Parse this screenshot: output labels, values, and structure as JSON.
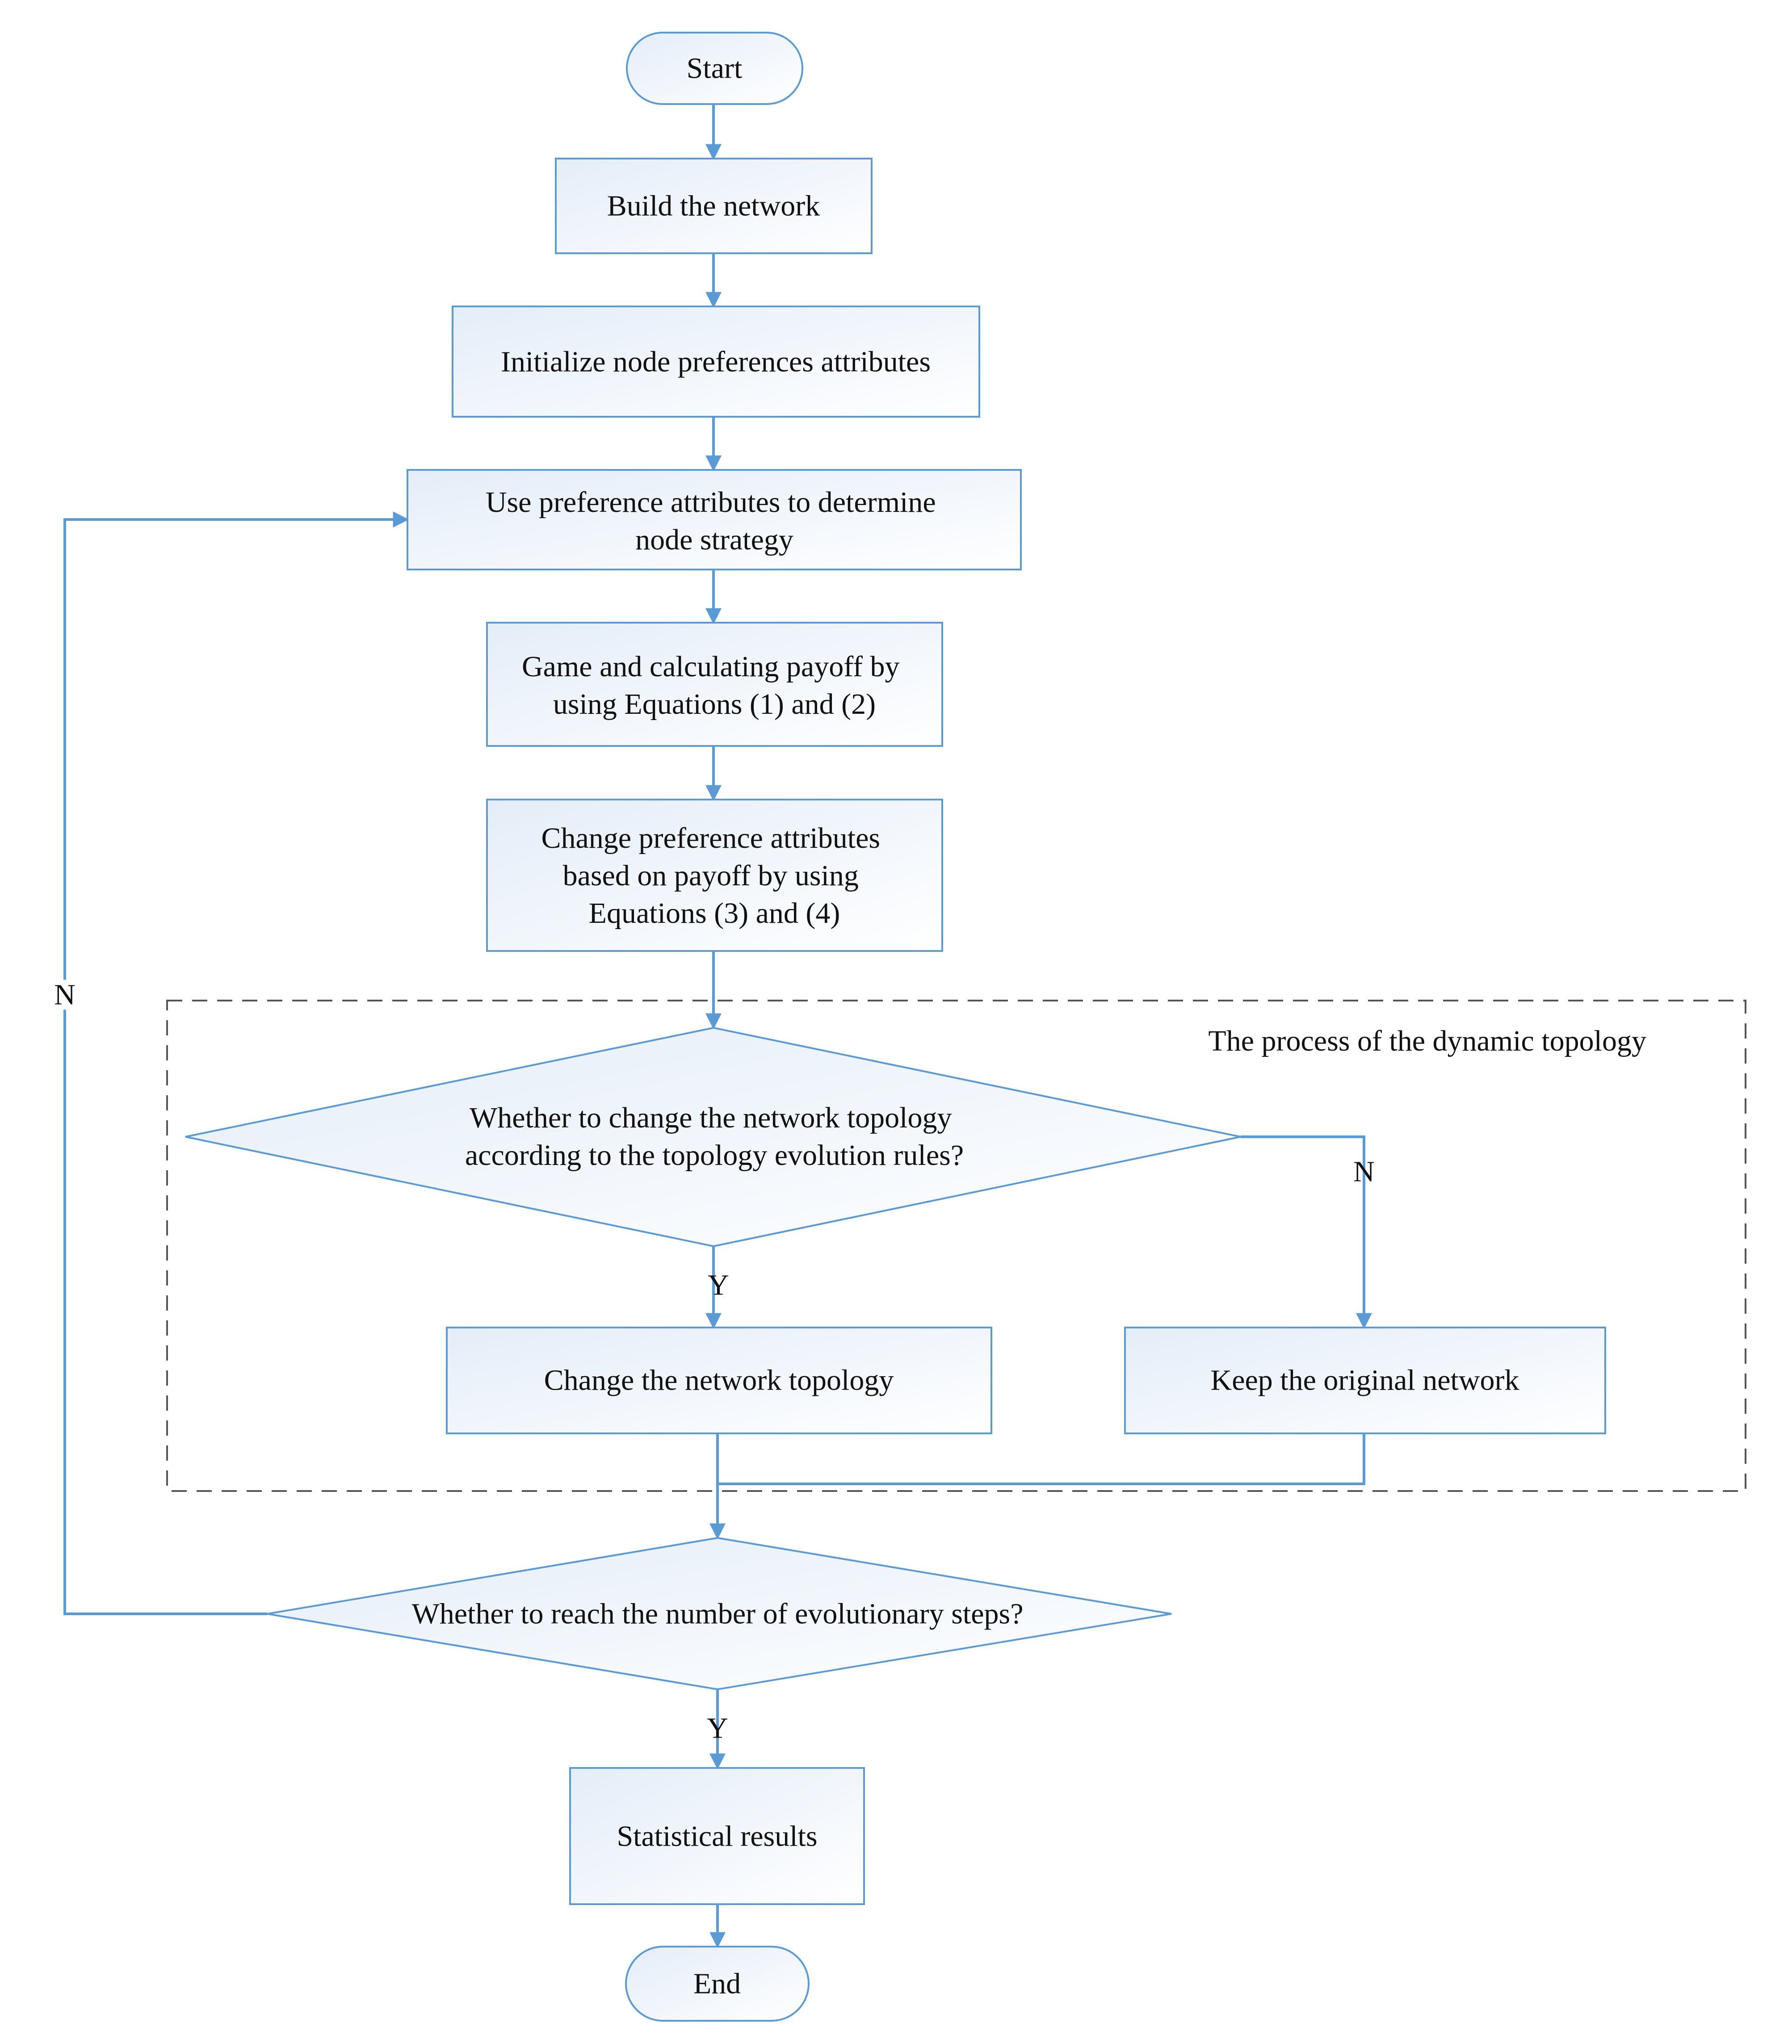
{
  "flowchart": {
    "start": "Start",
    "build_network": "Build the network",
    "init_preferences": "Initialize node preferences attributes",
    "determine_strategy": [
      "Use preference attributes to determine",
      "node strategy"
    ],
    "game_payoff": [
      "Game and calculating payoff by",
      "using Equations (1) and (2)"
    ],
    "change_preferences": [
      "Change preference attributes",
      "based on payoff by using",
      "Equations (3) and (4)"
    ],
    "dynamic_topology_group": "The process of the dynamic topology",
    "decision_change_topology": [
      "Whether to change the network topology",
      "according to the topology evolution rules?"
    ],
    "change_topology": "Change the network topology",
    "keep_network": "Keep the original network",
    "decision_steps": "Whether to reach the number of evolutionary steps?",
    "statistical_results": "Statistical results",
    "end": "End",
    "yes_label": "Y",
    "no_label": "N"
  },
  "colors": {
    "line": "#5b9bd5",
    "box_fill_start": "#e4edf8",
    "box_fill_end": "#ffffff",
    "dashed_border": "#555555"
  }
}
